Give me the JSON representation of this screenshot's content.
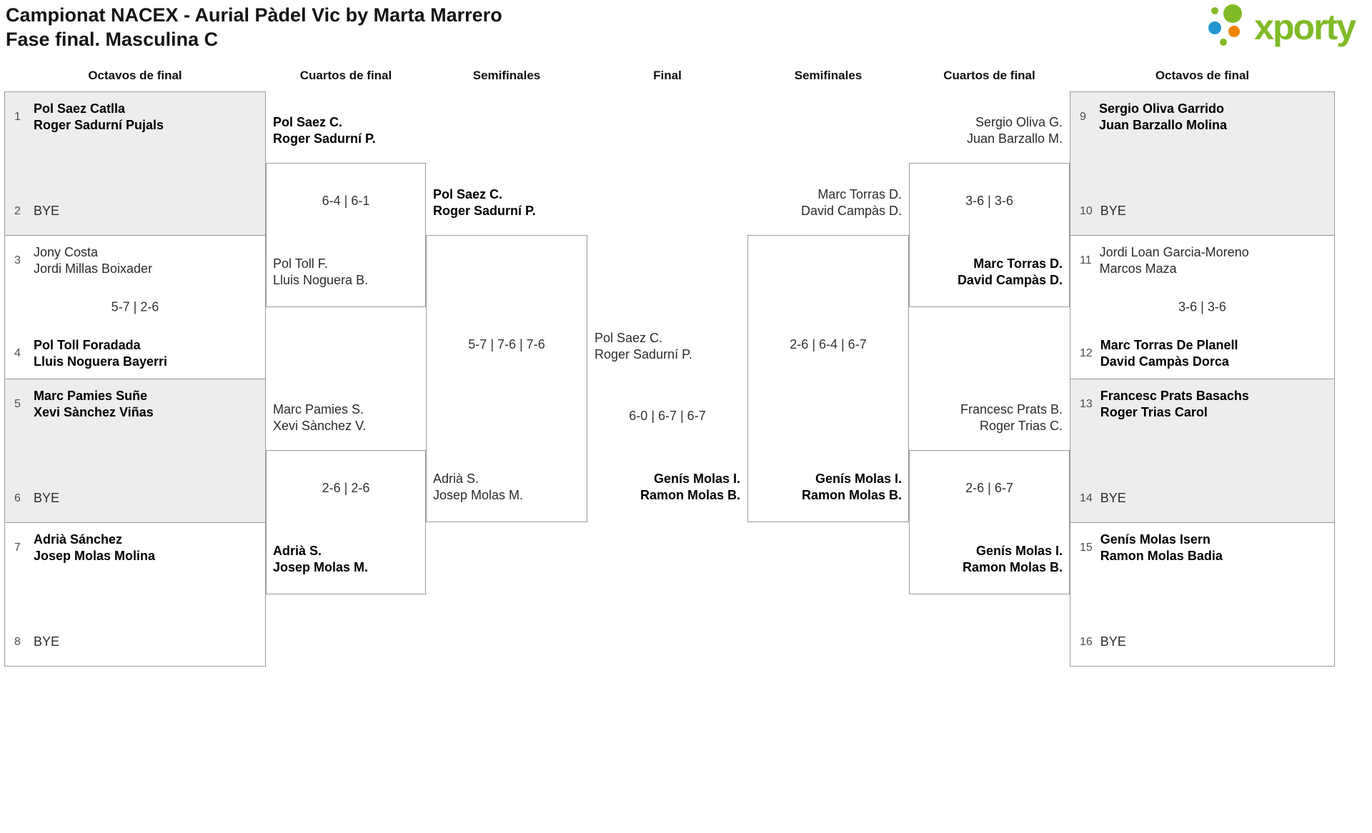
{
  "header": {
    "title": "Campionat NACEX - Aurial Pàdel Vic by Marta Marrero",
    "subtitle": "Fase final. Masculina C"
  },
  "logo": {
    "text": "xporty"
  },
  "rounds": {
    "r16_left": "Octavos de final",
    "qf_left": "Cuartos de final",
    "sf_left": "Semifinales",
    "final": "Final",
    "sf_right": "Semifinales",
    "qf_right": "Cuartos de final",
    "r16_right": "Octavos de final"
  },
  "colors": {
    "brand_green": "#80ba27",
    "brand_blue": "#2397d3",
    "brand_orange": "#f08300",
    "shaded_box": "#ededed",
    "border": "#9a9a9a"
  },
  "r16_left": [
    {
      "top": {
        "seed": "1",
        "line1": "Pol Saez Catlla",
        "line2": "Roger Sadurní Pujals"
      },
      "bottom": {
        "seed": "2",
        "line1": "BYE"
      }
    },
    {
      "top": {
        "seed": "3",
        "line1": "Jony Costa",
        "line2": "Jordi Millas Boixader"
      },
      "score": "5-7 | 2-6",
      "bottom": {
        "seed": "4",
        "line1": "Pol Toll Foradada",
        "line2": "Lluis Noguera Bayerri"
      }
    },
    {
      "top": {
        "seed": "5",
        "line1": "Marc Pamies Suñe",
        "line2": "Xevi Sànchez Viñas"
      },
      "bottom": {
        "seed": "6",
        "line1": "BYE"
      }
    },
    {
      "top": {
        "seed": "7",
        "line1": "Adrià Sánchez",
        "line2": "Josep Molas Molina"
      },
      "bottom": {
        "seed": "8",
        "line1": "BYE"
      }
    }
  ],
  "r16_right": [
    {
      "top": {
        "seed": "9",
        "line1": "Sergio Oliva Garrido",
        "line2": "Juan Barzallo Molina"
      },
      "bottom": {
        "seed": "10",
        "line1": "BYE"
      }
    },
    {
      "top": {
        "seed": "11",
        "line1": "Jordi Loan Garcia-Moreno",
        "line2": "Marcos Maza"
      },
      "score": "3-6 | 3-6",
      "bottom": {
        "seed": "12",
        "line1": "Marc Torras De Planell",
        "line2": "David Campàs Dorca"
      }
    },
    {
      "top": {
        "seed": "13",
        "line1": "Francesc Prats Basachs",
        "line2": "Roger Trias Carol"
      },
      "bottom": {
        "seed": "14",
        "line1": "BYE"
      }
    },
    {
      "top": {
        "seed": "15",
        "line1": "Genís Molas Isern",
        "line2": "Ramon Molas Badia"
      },
      "bottom": {
        "seed": "16",
        "line1": "BYE"
      }
    }
  ],
  "qf_left": [
    {
      "top1": "Pol Saez C.",
      "top2": "Roger Sadurní P.",
      "score": "6-4 | 6-1",
      "bottom1": "Pol Toll F.",
      "bottom2": "Lluis Noguera B."
    },
    {
      "top1": "Marc Pamies S.",
      "top2": "Xevi Sànchez V.",
      "score": "2-6 | 2-6",
      "bottom1": "Adrià S.",
      "bottom2": "Josep Molas M."
    }
  ],
  "qf_right": [
    {
      "top1": "Sergio Oliva G.",
      "top2": "Juan Barzallo M.",
      "score": "3-6 | 3-6",
      "bottom1": "Marc Torras D.",
      "bottom2": "David Campàs D."
    },
    {
      "top1": "Francesc Prats B.",
      "top2": "Roger Trias C.",
      "score": "2-6 | 6-7",
      "bottom1": "Genís Molas I.",
      "bottom2": "Ramon Molas B."
    }
  ],
  "sf_left": {
    "top1": "Pol Saez C.",
    "top2": "Roger Sadurní P.",
    "score": "5-7 | 7-6 | 7-6",
    "bottom1": "Adrià S.",
    "bottom2": "Josep Molas M."
  },
  "sf_right": {
    "top1": "Marc Torras D.",
    "top2": "David Campàs D.",
    "score": "2-6 | 6-4 | 6-7",
    "bottom1": "Genís Molas I.",
    "bottom2": "Ramon Molas B."
  },
  "final": {
    "top1": "Pol Saez C.",
    "top2": "Roger Sadurní P.",
    "score": "6-0 | 6-7 | 6-7",
    "bottom1": "Genís Molas I.",
    "bottom2": "Ramon Molas B."
  }
}
